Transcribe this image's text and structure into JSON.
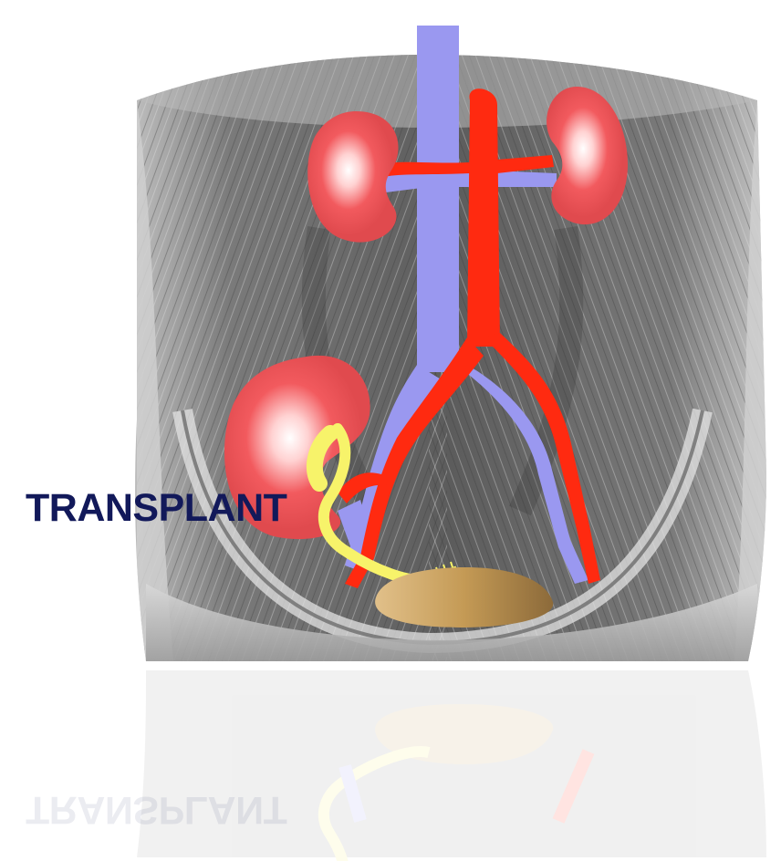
{
  "figure": {
    "label": "TRANSPLANT"
  },
  "colors": {
    "vein": "#9a98f0",
    "artery": "#ff2a10",
    "kidney": "#f25a5e",
    "ureter": "#f7f36a",
    "bladder": "#c49a55",
    "label": "#12195a",
    "tissue": "#8c8c8c"
  },
  "structures": [
    "vein",
    "artery",
    "left-kidney",
    "right-kidney",
    "transplant-kidney",
    "ureter",
    "bladder",
    "abdominal-wall"
  ]
}
